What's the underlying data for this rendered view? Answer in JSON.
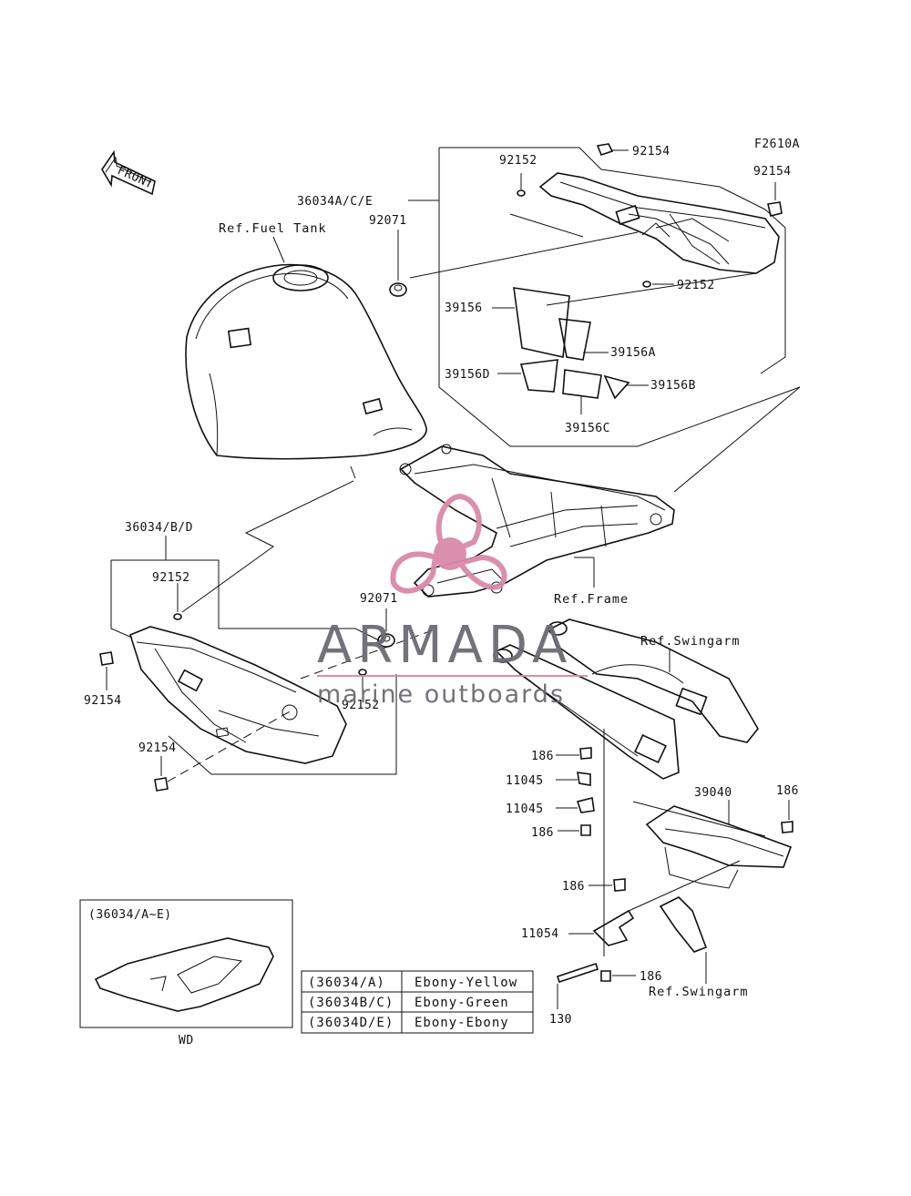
{
  "diagram_code": "F2610A",
  "front_label": "FRONT",
  "refs": {
    "fuel_tank": "Ref.Fuel Tank",
    "frame": "Ref.Frame",
    "swingarm_top": "Ref.Swingarm",
    "swingarm_bottom": "Ref.Swingarm"
  },
  "parts": {
    "p_36034ace": "36034A/C/E",
    "p_92152_a": "92152",
    "p_92154_a": "92154",
    "p_92154_b": "92154",
    "p_92071_a": "92071",
    "p_92152_b": "92152",
    "p_39156": "39156",
    "p_39156a": "39156A",
    "p_39156d": "39156D",
    "p_39156b": "39156B",
    "p_39156c": "39156C",
    "p_36034bd": "36034/B/D",
    "p_92152_c": "92152",
    "p_92154_c": "92154",
    "p_92071_b": "92071",
    "p_92152_d": "92152",
    "p_92154_d": "92154",
    "p_186_a": "186",
    "p_11045_a": "11045",
    "p_11045_b": "11045",
    "p_186_b": "186",
    "p_39040": "39040",
    "p_186_c": "186",
    "p_186_d": "186",
    "p_11054": "11054",
    "p_186_e": "186",
    "p_130": "130"
  },
  "inset": {
    "title": "(36034/A~E)",
    "caption": "WD"
  },
  "color_table": [
    {
      "code": "(36034/A)",
      "color": "Ebony-Yellow"
    },
    {
      "code": "(36034B/C)",
      "color": "Ebony-Green"
    },
    {
      "code": "(36034D/E)",
      "color": "Ebony-Ebony"
    }
  ],
  "watermark": {
    "brand": "ARMADA",
    "tagline": "marine outboards",
    "accent_color": "#d98aa8",
    "text_color": "#6d6a74"
  }
}
